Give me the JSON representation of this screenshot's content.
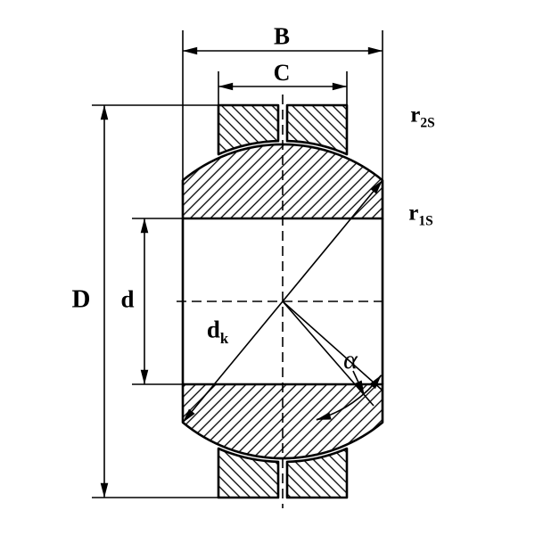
{
  "drawing": {
    "background": "#ffffff",
    "line_color": "#000000"
  },
  "dimensions": {
    "B": {
      "label": "B"
    },
    "C": {
      "label": "C"
    },
    "D": {
      "label": "D"
    },
    "d": {
      "label": "d"
    },
    "dk": {
      "main": "d",
      "sub": "k"
    },
    "alpha": {
      "label": "α"
    },
    "r1s": {
      "main": "r",
      "sub": "1S"
    },
    "r2s": {
      "main": "r",
      "sub": "2S"
    }
  }
}
